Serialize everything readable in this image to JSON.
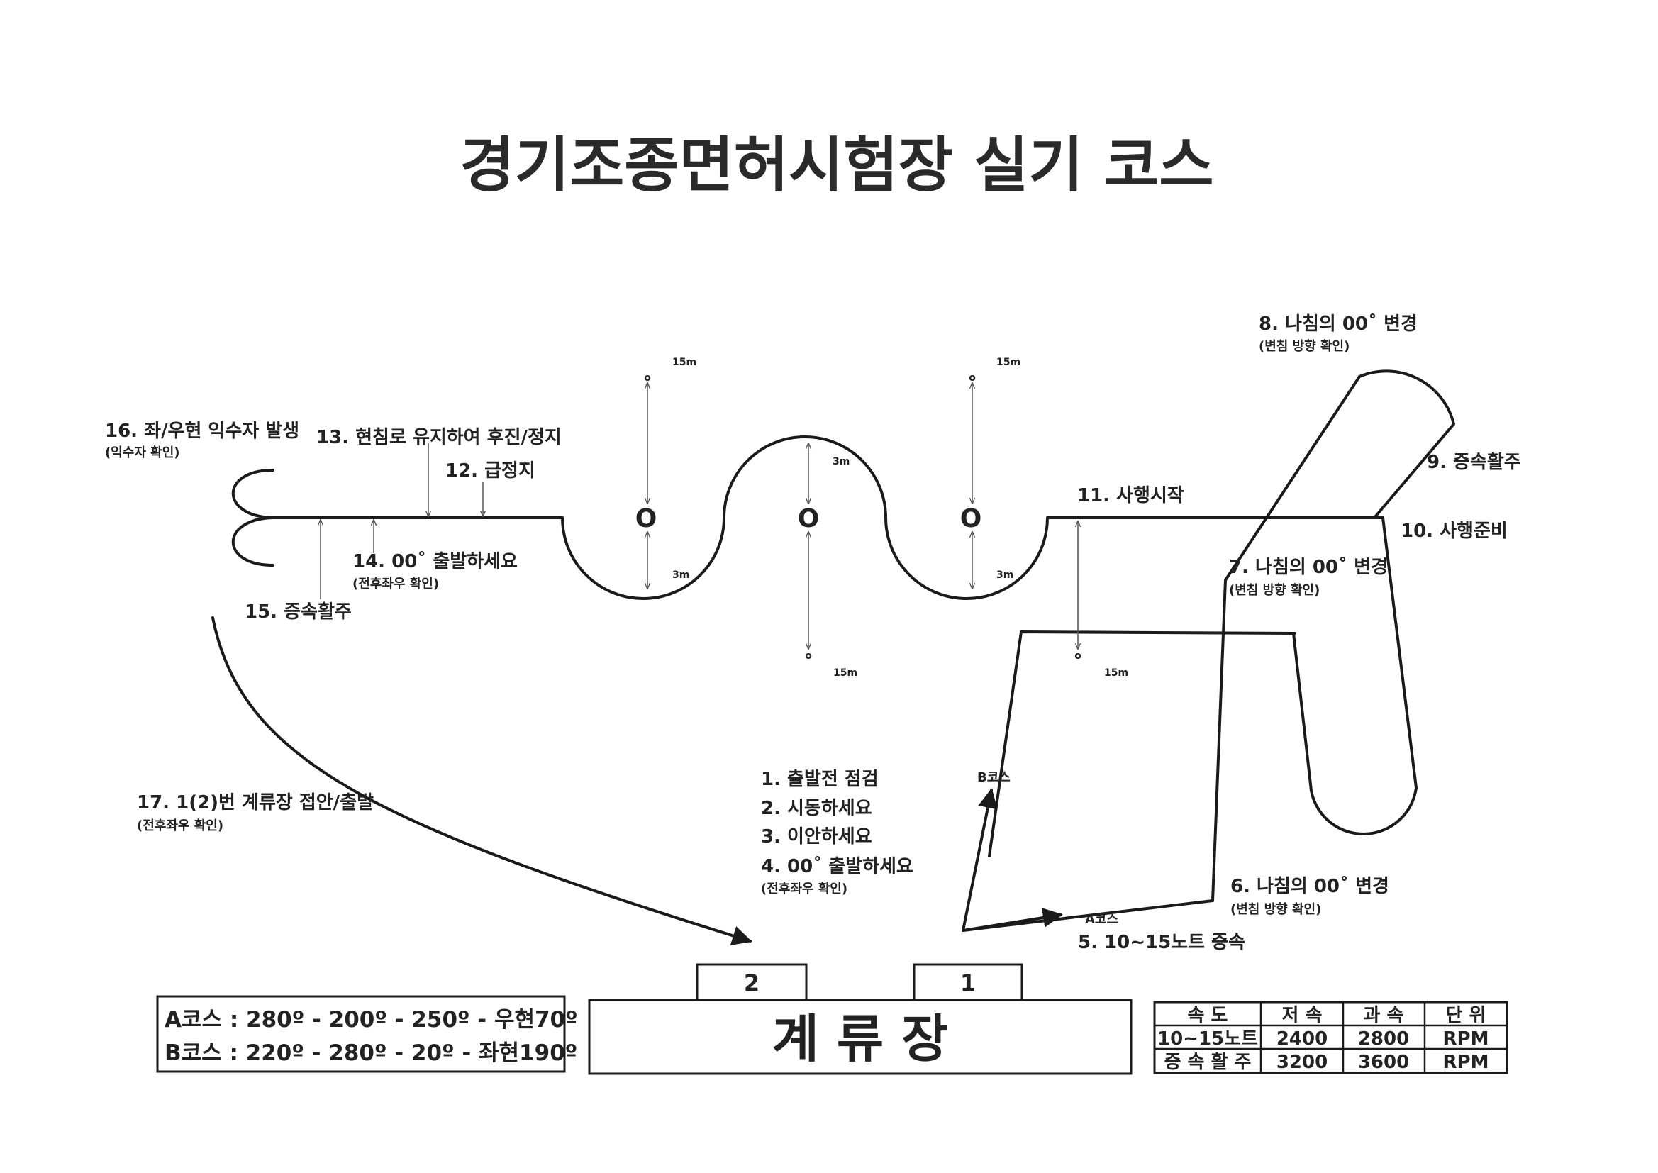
{
  "title": "경기조종면허시험장 실기 코스",
  "steps": {
    "s1": "1. 출발전 점검",
    "s2": "2. 시동하세요",
    "s3": "3. 이안하세요",
    "s4": "4. 00˚ 출발하세요",
    "s4_note": "(전후좌우 확인)",
    "s5": "5. 10~15노트 증속",
    "s6": "6. 나침의 00˚ 변경",
    "s6_note": "(변침 방향 확인)",
    "s7": "7. 나침의 00˚ 변경",
    "s7_note": "(변침 방향 확인)",
    "s8": "8. 나침의 00˚ 변경",
    "s8_note": "(변침 방향 확인)",
    "s9": "9. 증속활주",
    "s10": "10. 사행준비",
    "s11": "11. 사행시작",
    "s12": "12. 급정지",
    "s13": "13. 현침로 유지하여 후진/정지",
    "s14": "14. 00˚ 출발하세요",
    "s14_note": "(전후좌우 확인)",
    "s15": "15. 증속활주",
    "s16": "16. 좌/우현 익수자 발생",
    "s16_note": "(익수자 확인)",
    "s17": "17. 1(2)번 계류장 접안/출발",
    "s17_note": "(전후좌우 확인)"
  },
  "labels": {
    "a_course": "A코스",
    "b_course": "B코스",
    "dist_15m": "15m",
    "dist_3m": "3m",
    "buoy_large": "O",
    "buoy_small": "o"
  },
  "berth": {
    "name": "계 류 장",
    "slot_1": "1",
    "slot_2": "2"
  },
  "courses": {
    "a": "A코스 : 280º - 200º - 250º - 우현70º",
    "b": "B코스 : 220º - 280º -  20º  - 좌현190º"
  },
  "table": {
    "headers": [
      "속 도",
      "저 속",
      "과 속",
      "단 위"
    ],
    "rows": [
      [
        "10~15노트",
        "2400",
        "2800",
        "RPM"
      ],
      [
        "증 속 활 주",
        "3200",
        "3600",
        "RPM"
      ]
    ]
  }
}
